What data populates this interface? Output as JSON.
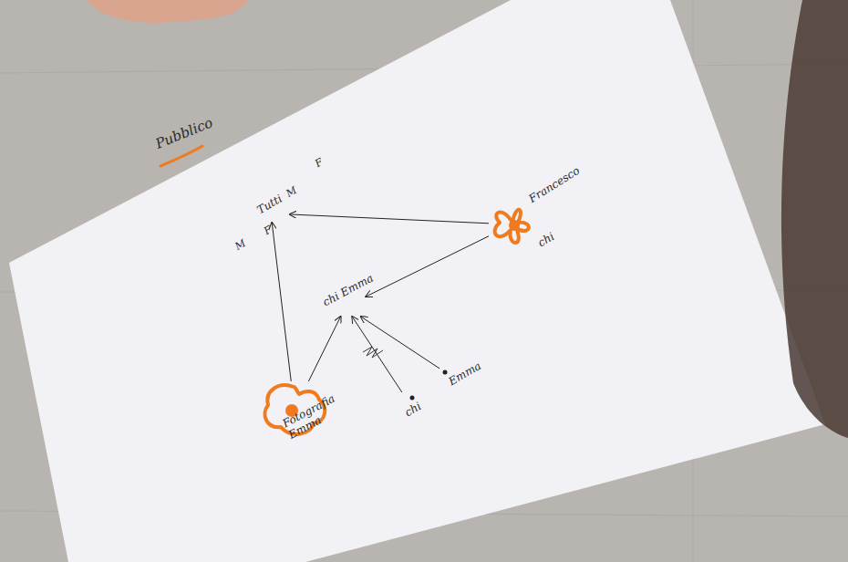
{
  "diagram": {
    "title": "Pubblico",
    "nodes": [
      {
        "text": [
          "Tutti"
        ]
      },
      {
        "text": [
          "chi Emma"
        ]
      },
      {
        "text": [
          "chi"
        ]
      },
      {
        "text": [
          "Emma"
        ]
      },
      {
        "text": [
          "Fotografia Emma"
        ]
      },
      {
        "text": [
          "Francesco",
          "chi"
        ]
      }
    ],
    "edges": [
      {
        "from": 4,
        "to": 0,
        "arrow": "to"
      },
      {
        "from": 4,
        "to": 1,
        "arrow": "to"
      },
      {
        "from": 2,
        "to": 1,
        "arrow": "to"
      },
      {
        "from": 3,
        "to": 1,
        "arrow": "to"
      },
      {
        "from": 5,
        "to": 1,
        "arrow": "to"
      },
      {
        "from": 5,
        "to": 0,
        "arrow": "to"
      }
    ],
    "labels": [
      "M",
      "F",
      "M",
      "F"
    ]
  }
}
